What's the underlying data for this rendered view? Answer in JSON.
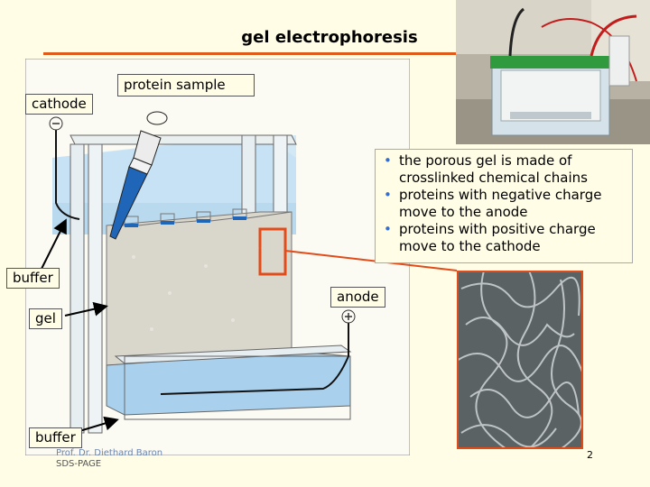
{
  "slide": {
    "title": "gel electrophoresis",
    "labels": {
      "protein_sample": "protein sample",
      "cathode": "cathode",
      "buffer_top": "buffer",
      "anode": "anode",
      "gel": "gel",
      "buffer_bottom": "buffer"
    },
    "bullets": [
      "the porous gel is made of crosslinked chemical chains",
      "proteins with negative charge move to the anode",
      "proteins with positive charge move to the cathode"
    ],
    "footer": {
      "author": "Prof. Dr. Diethard Baron",
      "topic": "SDS-PAGE"
    },
    "page_number": "2",
    "colors": {
      "accent": "#e05a1a",
      "buffer_blue": "#7fbde6",
      "gel_gray": "#d9d6cc",
      "background": "#fffde6"
    },
    "icons": {
      "cathode_symbol": "minus",
      "anode_symbol": "plus"
    }
  }
}
